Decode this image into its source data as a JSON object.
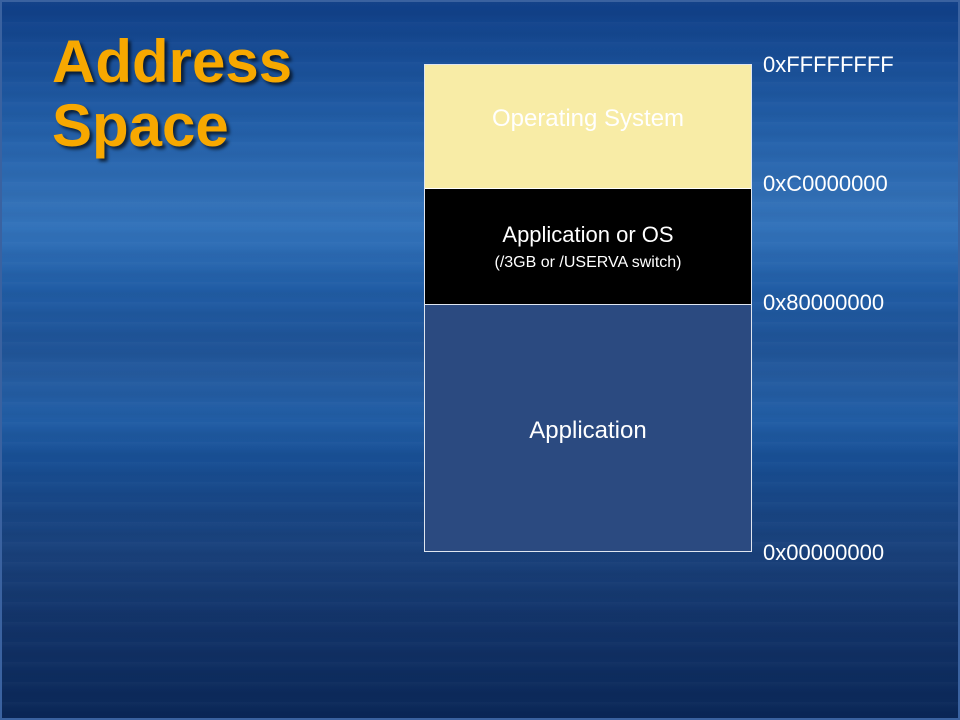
{
  "title": {
    "line1": "Address",
    "line2": "Space"
  },
  "regions": [
    {
      "label": "Operating System"
    },
    {
      "label": "Application or OS",
      "sublabel": "(/3GB or /USERVA switch)"
    },
    {
      "label": "Application"
    }
  ],
  "addresses": [
    "0xFFFFFFFF",
    "0xC0000000",
    "0x80000000",
    "0x00000000"
  ],
  "colors": {
    "title": "#f7a800",
    "os_block": "#f8eca6",
    "switch_block": "#000000",
    "app_block": "#2b4a80",
    "text": "#ffffff"
  }
}
